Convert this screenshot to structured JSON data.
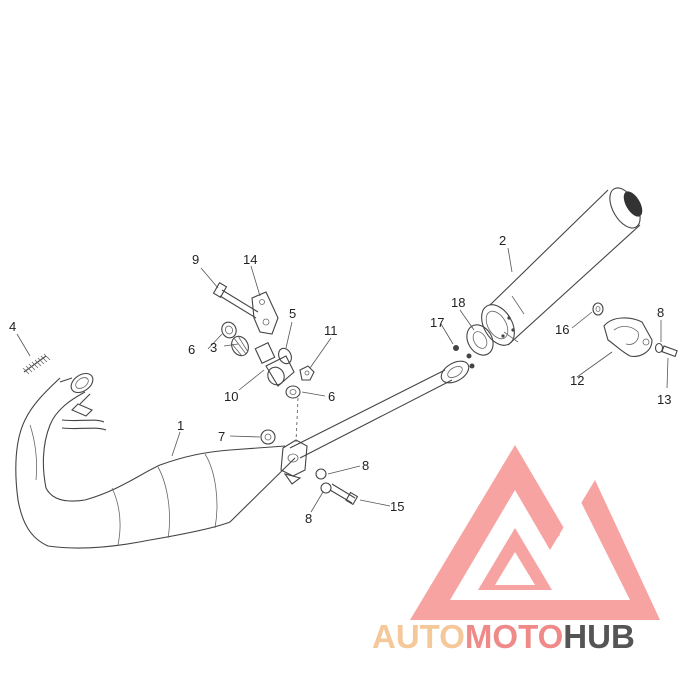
{
  "diagram": {
    "callouts": [
      {
        "id": "label-1",
        "text": "1"
      },
      {
        "id": "label-2",
        "text": "2"
      },
      {
        "id": "label-3",
        "text": "3"
      },
      {
        "id": "label-4",
        "text": "4"
      },
      {
        "id": "label-5",
        "text": "5"
      },
      {
        "id": "label-6a",
        "text": "6"
      },
      {
        "id": "label-6b",
        "text": "6"
      },
      {
        "id": "label-7",
        "text": "7"
      },
      {
        "id": "label-8a",
        "text": "8"
      },
      {
        "id": "label-8b",
        "text": "8"
      },
      {
        "id": "label-8c",
        "text": "8"
      },
      {
        "id": "label-9",
        "text": "9"
      },
      {
        "id": "label-10",
        "text": "10"
      },
      {
        "id": "label-11",
        "text": "11"
      },
      {
        "id": "label-12",
        "text": "12"
      },
      {
        "id": "label-13",
        "text": "13"
      },
      {
        "id": "label-14",
        "text": "14"
      },
      {
        "id": "label-15",
        "text": "15"
      },
      {
        "id": "label-16",
        "text": "16"
      },
      {
        "id": "label-17",
        "text": "17"
      },
      {
        "id": "label-18",
        "text": "18"
      }
    ]
  },
  "watermark": {
    "part1": "AUTO",
    "part2": "MOTO",
    "part3": "HUB",
    "color_light": "#f5c89a",
    "color_red": "#f08a88",
    "color_dark": "#555555"
  }
}
